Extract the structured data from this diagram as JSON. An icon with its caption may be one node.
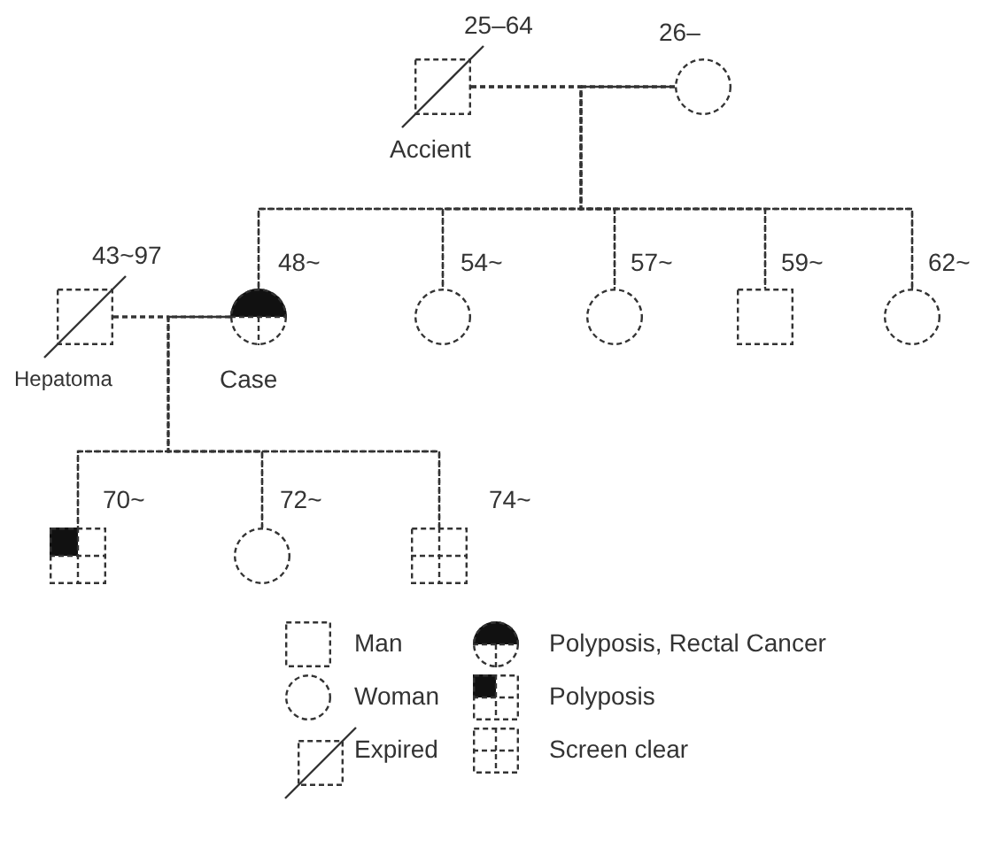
{
  "diagram": {
    "nodes": [
      {
        "text": [],
        "shape": "box",
        "beside": [
          "25–64",
          "Accient"
        ]
      },
      {
        "text": [],
        "shape": "circle",
        "beside": [
          "26–"
        ]
      },
      {
        "text": [],
        "shape": "box",
        "beside": [
          "43~97",
          "Hepatoma"
        ]
      },
      {
        "text": [],
        "shape": "circle",
        "beside": [
          "48~",
          "Case"
        ]
      },
      {
        "text": [],
        "shape": "circle",
        "beside": [
          "54~"
        ]
      },
      {
        "text": [],
        "shape": "circle",
        "beside": [
          "57~"
        ]
      },
      {
        "text": [],
        "shape": "box",
        "beside": [
          "59~"
        ]
      },
      {
        "text": [],
        "shape": "circle",
        "beside": [
          "62~"
        ]
      },
      {
        "text": [],
        "shape": "box",
        "beside": [
          "70~"
        ]
      },
      {
        "text": [],
        "shape": "circle",
        "beside": [
          "72~"
        ]
      },
      {
        "text": [],
        "shape": "box",
        "beside": [
          "74~"
        ]
      }
    ],
    "edges": [
      {
        "from": 0,
        "to": 1,
        "arrow": "none"
      },
      {
        "from": 0,
        "to": 3,
        "arrow": "none"
      },
      {
        "from": 1,
        "to": 3,
        "arrow": "none"
      },
      {
        "from": 0,
        "to": 4,
        "arrow": "none"
      },
      {
        "from": 1,
        "to": 4,
        "arrow": "none"
      },
      {
        "from": 0,
        "to": 5,
        "arrow": "none"
      },
      {
        "from": 1,
        "to": 5,
        "arrow": "none"
      },
      {
        "from": 0,
        "to": 6,
        "arrow": "none"
      },
      {
        "from": 1,
        "to": 6,
        "arrow": "none"
      },
      {
        "from": 0,
        "to": 7,
        "arrow": "none"
      },
      {
        "from": 1,
        "to": 7,
        "arrow": "none"
      },
      {
        "from": 2,
        "to": 3,
        "arrow": "none"
      },
      {
        "from": 2,
        "to": 8,
        "arrow": "none"
      },
      {
        "from": 3,
        "to": 8,
        "arrow": "none"
      },
      {
        "from": 2,
        "to": 9,
        "arrow": "none"
      },
      {
        "from": 3,
        "to": 9,
        "arrow": "none"
      },
      {
        "from": 2,
        "to": 10,
        "arrow": "none"
      },
      {
        "from": 3,
        "to": 10,
        "arrow": "none"
      }
    ],
    "legend": [
      {
        "text": "Man"
      },
      {
        "text": "Polyposis, Rectal Cancer"
      },
      {
        "text": "Woman"
      },
      {
        "text": "Polyposis"
      },
      {
        "text": "Expired"
      },
      {
        "text": "Screen clear"
      }
    ]
  }
}
